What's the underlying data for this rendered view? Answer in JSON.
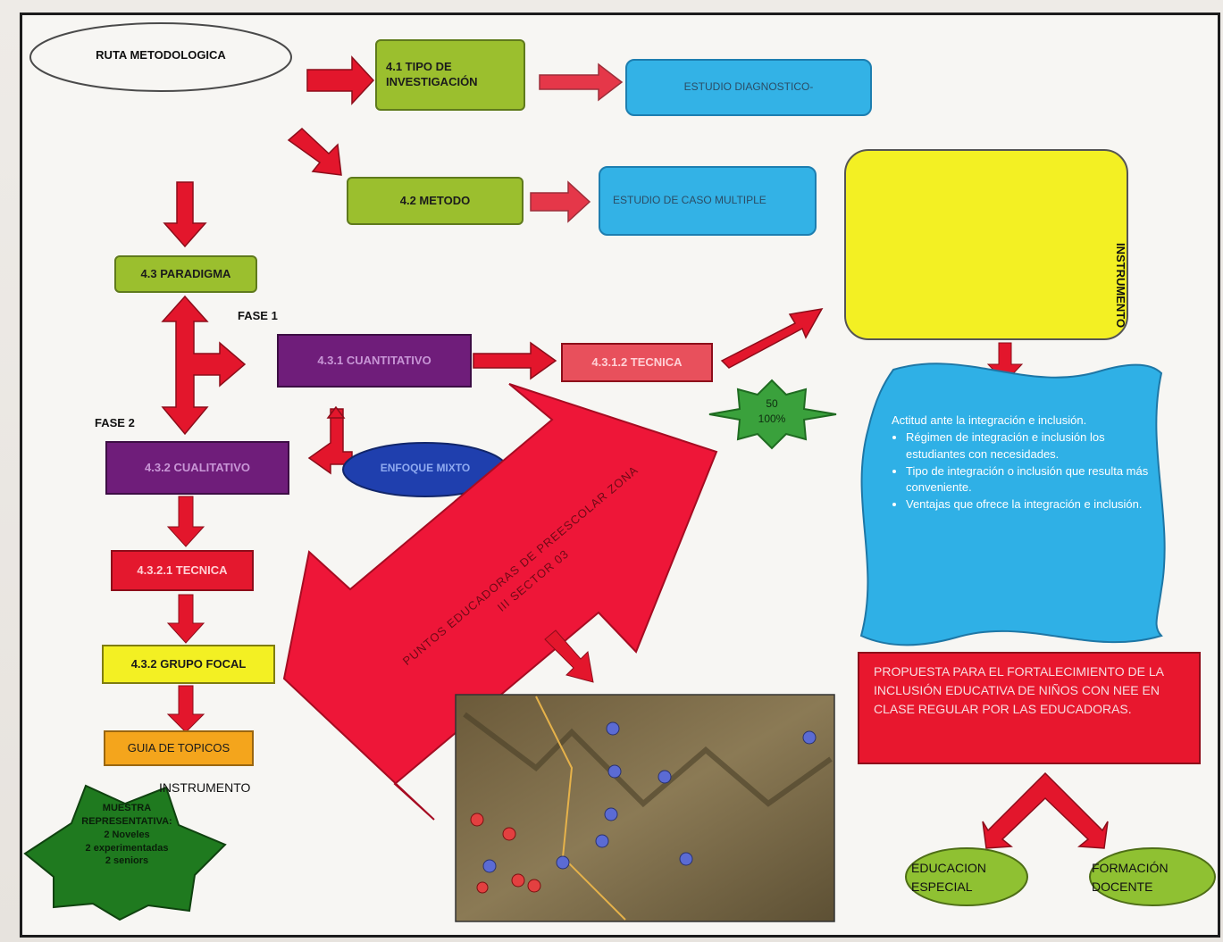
{
  "ruta": "RUTA METODOLOGICA",
  "tipo": "4.1 TIPO DE INVESTIGACIÓN",
  "estudio_diag": "ESTUDIO DIAGNOSTICO-",
  "metodo": "4.2 METODO",
  "estudio_caso": "ESTUDIO DE CASO MULTIPLE",
  "paradigma": "4.3 PARADIGMA",
  "fase1": "FASE 1",
  "fase2": "FASE 2",
  "cuantitativo": "4.3.1 CUANTITATIVO",
  "tecnica1": "4.3.1.2 TECNICA",
  "cualitativo": "4.3.2 CUALITATIVO",
  "enfoque": "ENFOQUE MIXTO",
  "tecnica2": "4.3.2.1 TECNICA",
  "grupo_focal": "4.3.2 GRUPO FOCAL",
  "guia": "GUIA DE TOPICOS",
  "instrumento_bottom": "INSTRUMENTO",
  "instrumento_side": "INSTRUMENTO",
  "muestra": [
    "MUESTRA",
    "REPRESENTATIVA:",
    "2 Noveles",
    "2 experimentadas",
    "2 seniors"
  ],
  "cincuenta": [
    "50",
    "100%"
  ],
  "big_arrow_text": [
    "PUNTOS EDUCADORAS DE PREESCOLAR ZONA",
    "III SECTOR 03"
  ],
  "wave_items": [
    "Actitud ante la integración e inclusión.",
    "Régimen de integración e inclusión los estudiantes con necesidades.",
    "Tipo de integración o inclusión que resulta más conveniente.",
    "Ventajas que ofrece la integración e inclusión."
  ],
  "propuesta": "PROPUESTA PARA EL FORTALECIMIENTO DE LA INCLUSIÓN EDUCATIVA DE NIÑOS CON NEE EN CLASE REGULAR POR LAS EDUCADORAS.",
  "educacion": "EDUCACION ESPECIAL",
  "formacion": "FORMACIÓN DOCENTE",
  "colors": {
    "arrow_red": "#e3162c",
    "olive": "#9bbf2e",
    "blue": "#33b2e6",
    "purple": "#6f1d7a",
    "yellow": "#f3f023"
  }
}
